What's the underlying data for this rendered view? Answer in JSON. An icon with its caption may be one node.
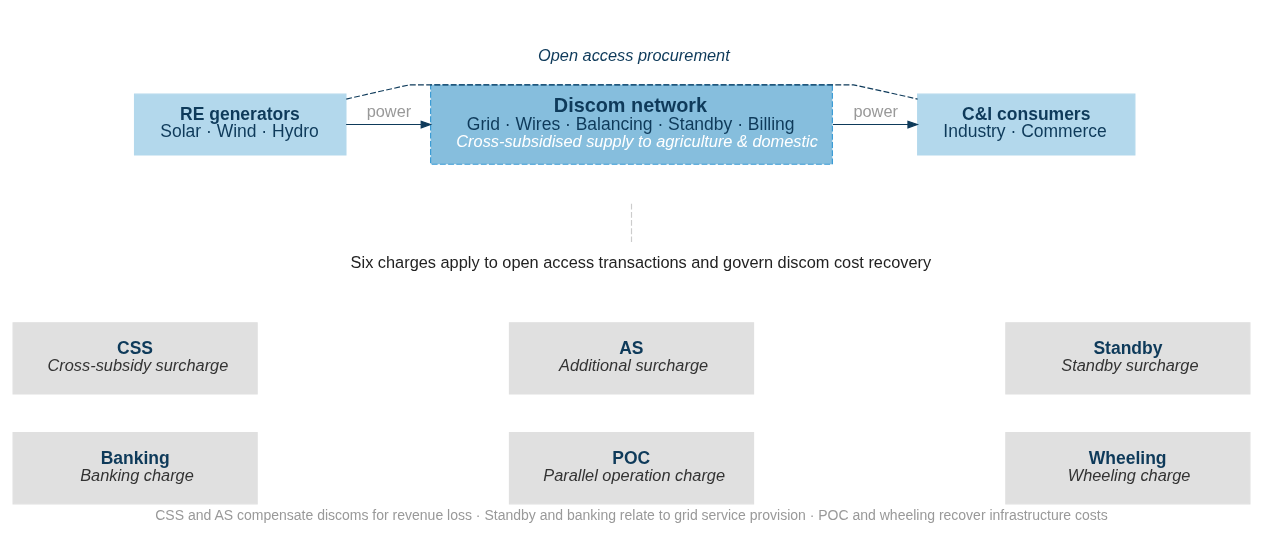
{
  "diagram": {
    "caption": "CSS and AS compensate discoms for revenue loss · Standby and banking relate to grid service provision · POC and wheeling recover infrastructure costs",
    "nodes": [
      {
        "text": [
          "RE generators",
          "Solar · Wind · Hydro"
        ]
      },
      {
        "text": [
          "Discom network",
          "Grid · Wires · Balancing · Standby · Billing",
          "Cross-subsidised supply to agriculture & domestic"
        ]
      },
      {
        "text": [
          "C&I consumers",
          "Industry · Commerce"
        ]
      },
      {
        "text": [
          "Six charges apply to open access transactions and govern discom cost recovery"
        ]
      },
      {
        "text": [
          "CSS",
          "Cross-subsidy surcharge"
        ]
      },
      {
        "text": [
          "AS",
          "Additional surcharge"
        ]
      },
      {
        "text": [
          "Standby",
          "Standby surcharge"
        ]
      },
      {
        "text": [
          "Banking",
          "Banking charge"
        ]
      },
      {
        "text": [
          "POC",
          "Parallel operation charge"
        ]
      },
      {
        "text": [
          "Wheeling",
          "Wheeling charge"
        ]
      }
    ],
    "edges": [
      {
        "from": 0,
        "to": 1,
        "arrow": "to",
        "label": "power"
      },
      {
        "from": 1,
        "to": 2,
        "arrow": "to",
        "label": "power"
      },
      {
        "from": 0,
        "to": 2,
        "arrow": "none",
        "style": "dashed",
        "label": "Open access procurement"
      },
      {
        "from": null,
        "to": 3,
        "arrow": "none",
        "style": "dashed",
        "color": "#cccccc"
      }
    ]
  }
}
